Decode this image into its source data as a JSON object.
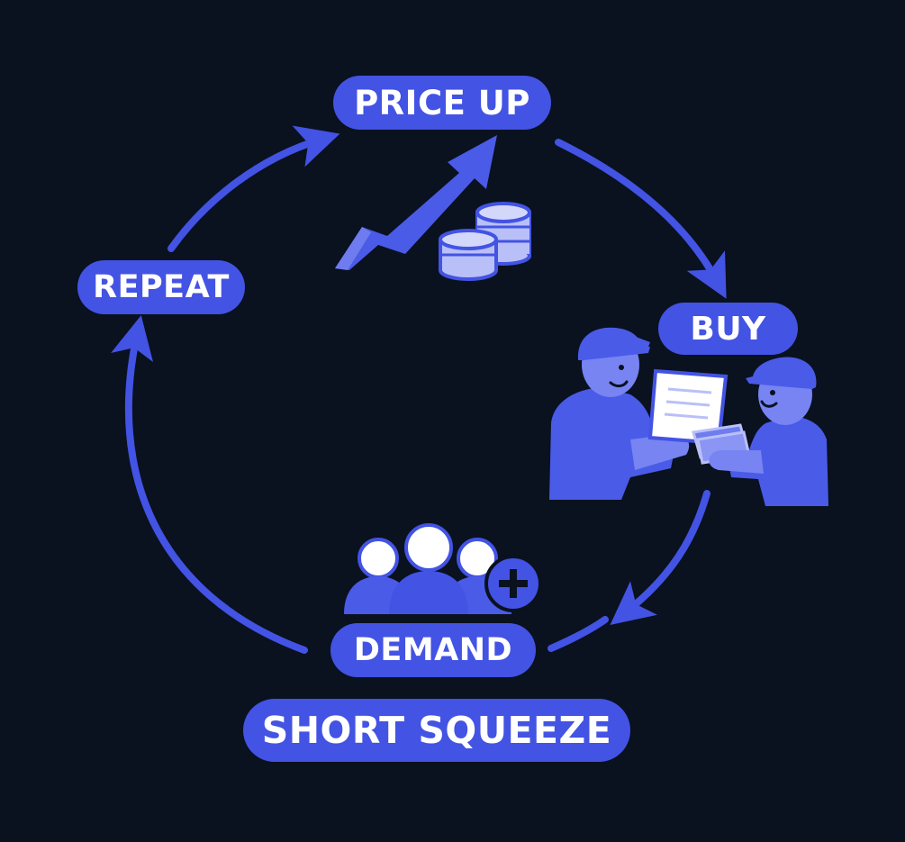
{
  "diagram": {
    "type": "cycle",
    "colors": {
      "background": "#0a111f",
      "accent": "#4353e3",
      "accent_light": "#6f7cf0",
      "icon_fill": "#b9c0f7",
      "text": "#ffffff"
    },
    "steps": [
      {
        "label": "PRICE UP",
        "icon": "rising-arrow-coins-icon"
      },
      {
        "label": "BUY",
        "icon": "handshake-exchange-icon"
      },
      {
        "label": "DEMAND",
        "icon": "group-add-icon"
      },
      {
        "label": "REPEAT",
        "icon": ""
      }
    ],
    "title": "SHORT SQUEEZE"
  }
}
